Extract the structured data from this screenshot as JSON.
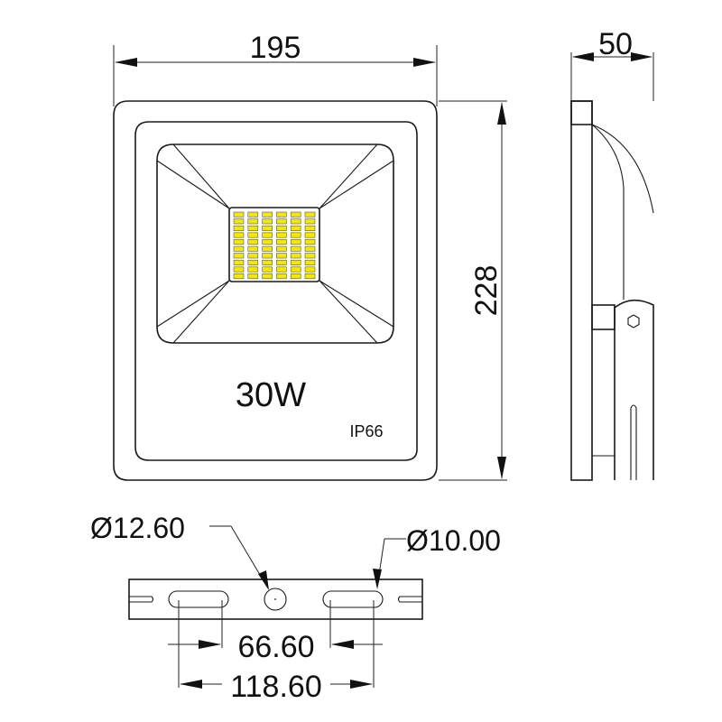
{
  "drawing": {
    "title": "LED Flood Light 30W technical drawing",
    "front_view": {
      "width_dim": "195",
      "height_dim": "228",
      "power_label": "30W",
      "ip_label": "IP66",
      "led_grid": {
        "columns": 6,
        "rows": 10,
        "color": "#f5e800"
      }
    },
    "side_view": {
      "depth_dim": "50"
    },
    "bracket_view": {
      "center_hole_dim": "Ø12.60",
      "slot_dim": "Ø10.00",
      "inner_spacing_dim": "66.60",
      "outer_spacing_dim": "118.60"
    }
  },
  "colors": {
    "line": "#1a1a1a",
    "led": "#f5e800",
    "background": "#ffffff"
  }
}
